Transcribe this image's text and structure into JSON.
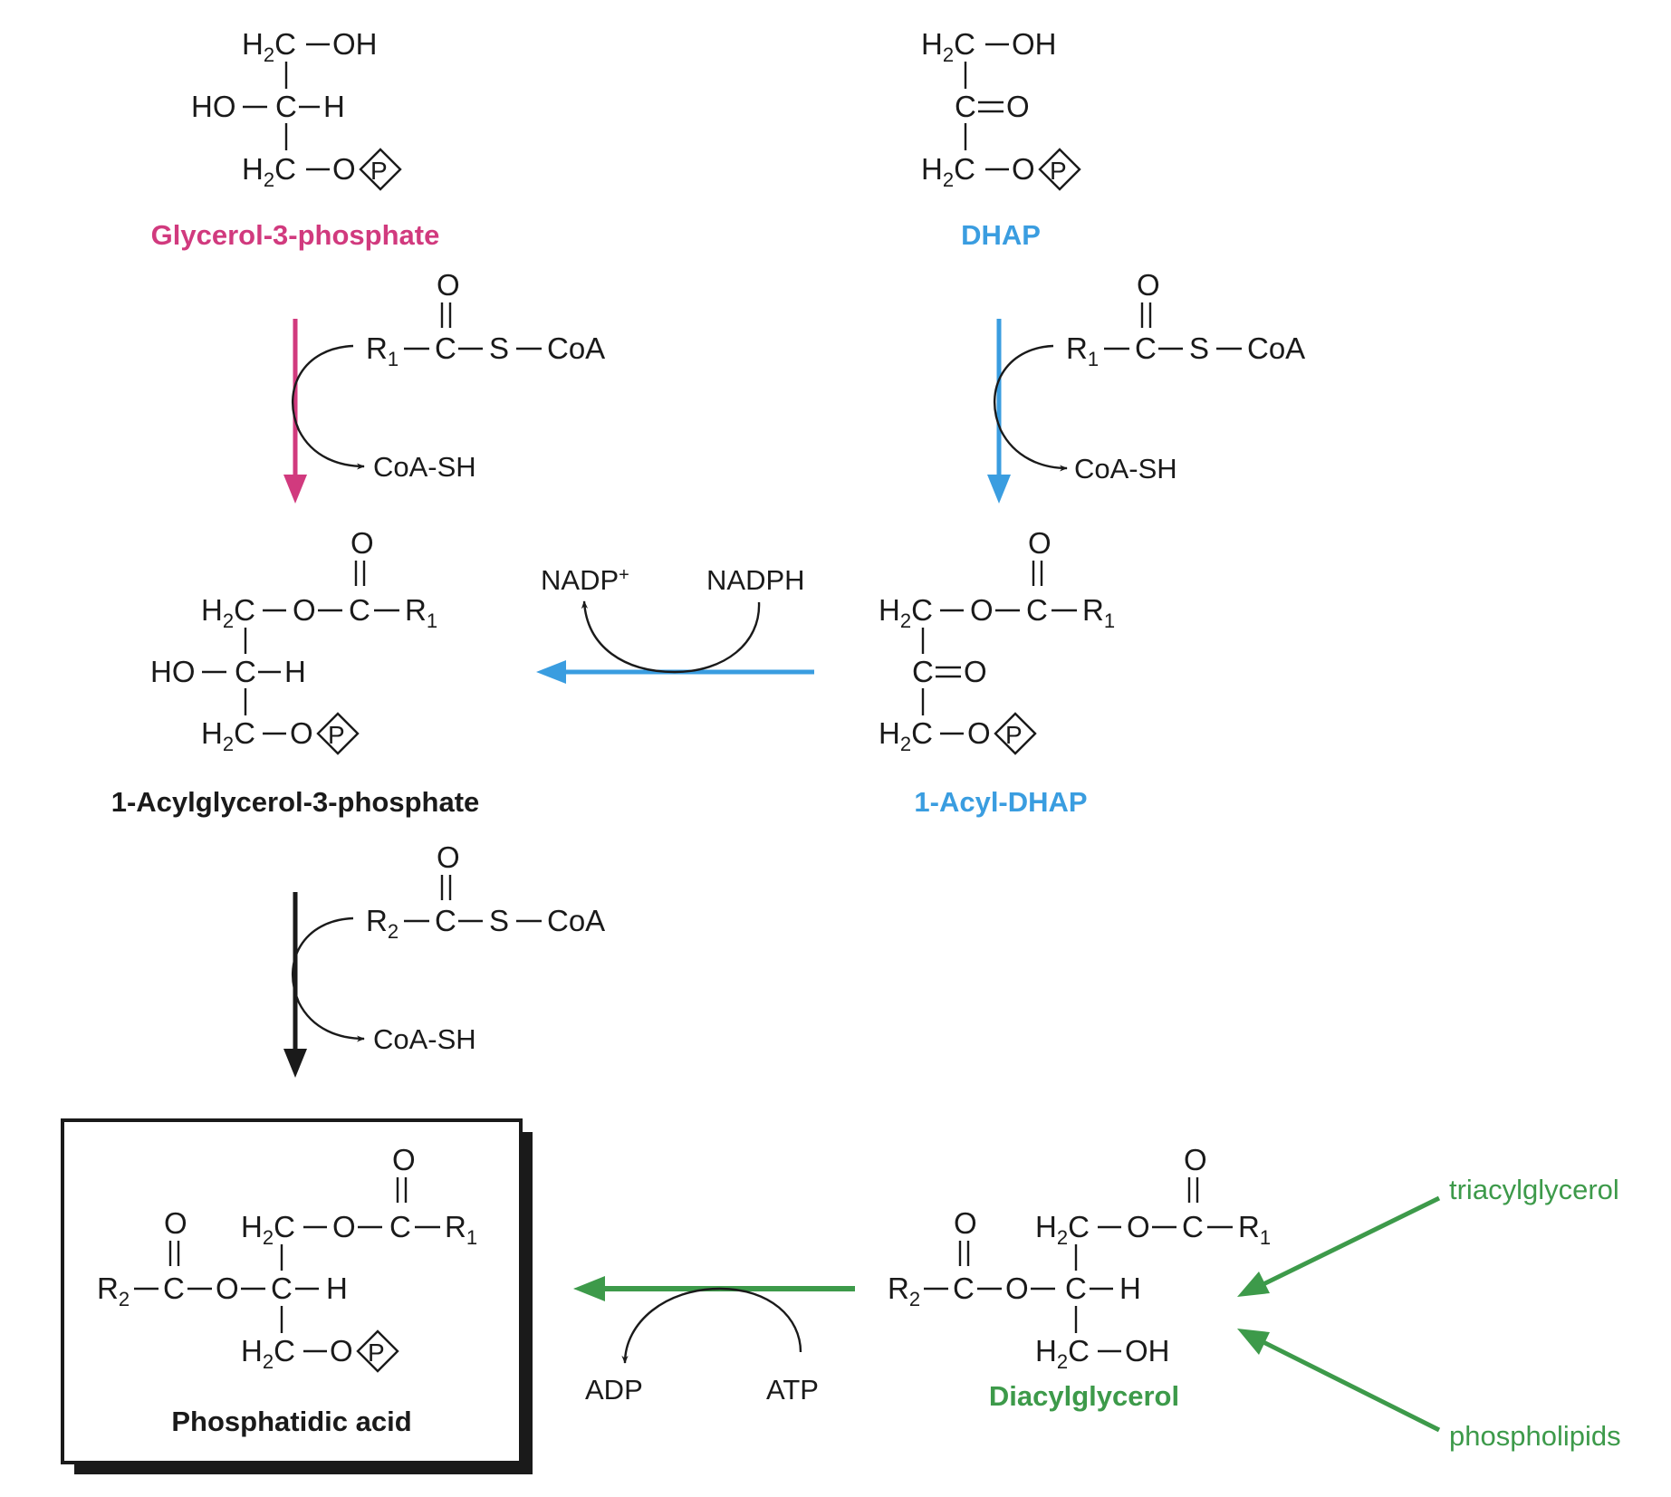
{
  "colors": {
    "glycerol_path": "#d13a7e",
    "dhap_path": "#3a9de0",
    "diacylglycerol_path": "#3d9a4a",
    "main_path": "#1a1a1a"
  },
  "compounds": {
    "glycerol_3_phosphate": {
      "name": "Glycerol-3-phosphate",
      "rows": [
        [
          "H2C",
          "OH"
        ],
        [
          "HO",
          "C",
          "H"
        ],
        [
          "H2C",
          "O",
          "P"
        ]
      ]
    },
    "dhap": {
      "name": "DHAP",
      "rows": [
        [
          "H2C",
          "OH"
        ],
        [
          "C",
          "O"
        ],
        [
          "H2C",
          "O",
          "P"
        ]
      ]
    },
    "acylglycerol_3_phosphate": {
      "name": "1-Acylglycerol-3-phosphate"
    },
    "acyl_dhap": {
      "name": "1-Acyl-DHAP"
    },
    "phosphatidic_acid": {
      "name": "Phosphatidic acid"
    },
    "diacylglycerol": {
      "name": "Diacylglycerol"
    }
  },
  "atoms": {
    "H": "H",
    "C": "C",
    "O": "O",
    "OH": "OH",
    "HO": "HO",
    "P": "P",
    "S": "S",
    "CoA": "CoA",
    "R": "R",
    "sub1": "1",
    "sub2": "2",
    "h2_sub": "2"
  },
  "reactions": {
    "acyl_coa_1_left": {
      "r_sub": "1",
      "released": "CoA-SH"
    },
    "acyl_coa_1_right": {
      "r_sub": "1",
      "released": "CoA-SH"
    },
    "acyl_coa_2": {
      "r_sub": "2",
      "released": "CoA-SH"
    },
    "reduction": {
      "product": "NADP",
      "product_sup": "+",
      "reactant": "NADPH"
    },
    "phosphorylation": {
      "product": "ADP",
      "reactant": "ATP"
    }
  },
  "sources": {
    "triacylglycerol": "triacylglycerol",
    "phospholipids": "phospholipids"
  }
}
